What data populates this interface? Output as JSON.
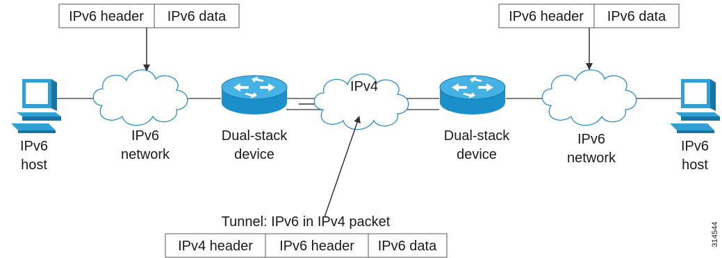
{
  "packet_left": {
    "fields": [
      "IPv6 header",
      "IPv6 data"
    ]
  },
  "packet_right": {
    "fields": [
      "IPv6 header",
      "IPv6 data"
    ]
  },
  "packet_tunnel": {
    "fields": [
      "IPv4 header",
      "IPv6 header",
      "IPv6 data"
    ]
  },
  "tunnel_caption": "Tunnel: IPv6 in IPv4 packet",
  "host_left": {
    "line1": "IPv6",
    "line2": "host"
  },
  "host_right": {
    "line1": "IPv6",
    "line2": "host"
  },
  "network_left": {
    "line1": "IPv6",
    "line2": "network"
  },
  "network_right": {
    "line1": "IPv6",
    "line2": "network"
  },
  "device_left": {
    "line1": "Dual-stack",
    "line2": "device"
  },
  "device_right": {
    "line1": "Dual-stack",
    "line2": "device"
  },
  "ipv4_cloud_label": "IPv4",
  "figure_id": "314544",
  "colors": {
    "monitor": "#2f9fd6",
    "monitor_dark": "#17759f",
    "router": "#1b8fca",
    "router_top": "#46b2e4",
    "line": "#333333"
  },
  "icons": [
    "computer-icon",
    "cloud-icon",
    "router-icon"
  ]
}
